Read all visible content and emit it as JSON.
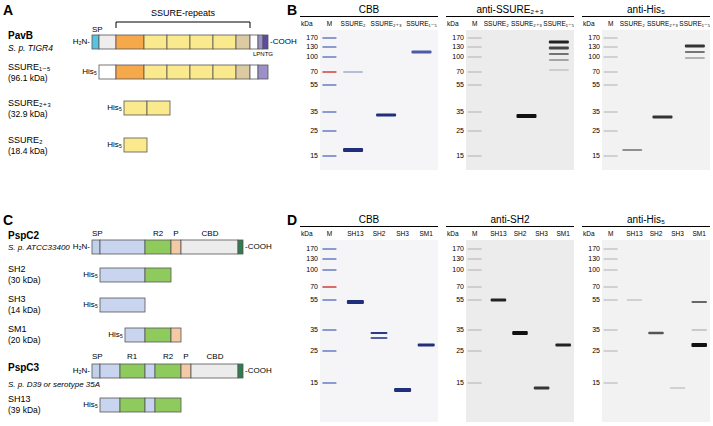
{
  "diagram": {
    "nodes": [
      {
        "text": [
          "CBB",
          "M",
          "SSURE₂",
          "SSURE₂₊₃",
          "SSURE₁₋₅"
        ]
      },
      {
        "text": [
          "anti-SSURE₂₊₃",
          "M",
          "SSURE₂",
          "SSURE₂₊₃",
          "SSURE₁₋₅"
        ]
      },
      {
        "text": [
          "anti-His₅",
          "M",
          "SSURE₂",
          "SSURE₂₊₃",
          "SSURE₁₋₅"
        ]
      },
      {
        "text": [
          "CBB",
          "M",
          "SH13",
          "SH2",
          "SH3",
          "SM1"
        ]
      },
      {
        "text": [
          "anti-SH2",
          "M",
          "SH13",
          "SH2",
          "SH3",
          "SM1"
        ]
      },
      {
        "text": [
          "anti-His₅",
          "M",
          "SH13",
          "SH2",
          "SH3",
          "SM1"
        ]
      }
    ],
    "labels": [
      "A",
      "B",
      "C",
      "D",
      "PavB",
      "S. p. TIGR4",
      "SSURE-repeats",
      "SP",
      "H₂N-",
      "LPNTG",
      "-COOH",
      "SSURE₁₋₅",
      "(96.1 kDa)",
      "His₅",
      "SSURE₂₊₃",
      "(32.9 kDa)",
      "His₅",
      "SSURE₂",
      "(18.4 kDa)",
      "His₅",
      "PspC2",
      "S. p. ATCC33400",
      "SP",
      "R2",
      "P",
      "CBD",
      "H₂N-",
      "-COOH",
      "SH2",
      "(30 kDa)",
      "His₅",
      "SH3",
      "(14 kDa)",
      "His₅",
      "SM1",
      "(20 kDa)",
      "His₅",
      "PspC3",
      "S. p. D39 or serotype 35A",
      "SP",
      "R1",
      "R2",
      "P",
      "CBD",
      "H₂N-",
      "-COOH",
      "SH13",
      "(39 kDa)",
      "His₅",
      "kDa",
      "170",
      "130",
      "100",
      "70",
      "55",
      "35",
      "25",
      "15",
      "kDa",
      "170",
      "130",
      "100",
      "70",
      "55",
      "35",
      "25",
      "15",
      "kDa",
      "170",
      "130",
      "100",
      "70",
      "55",
      "35",
      "25",
      "15",
      "kDa",
      "170",
      "130",
      "100",
      "70",
      "55",
      "35",
      "25",
      "15",
      "kDa",
      "170",
      "130",
      "100",
      "70",
      "55",
      "35",
      "25",
      "15",
      "kDa",
      "170",
      "130",
      "100",
      "70",
      "55",
      "35",
      "25",
      "15"
    ]
  }
}
